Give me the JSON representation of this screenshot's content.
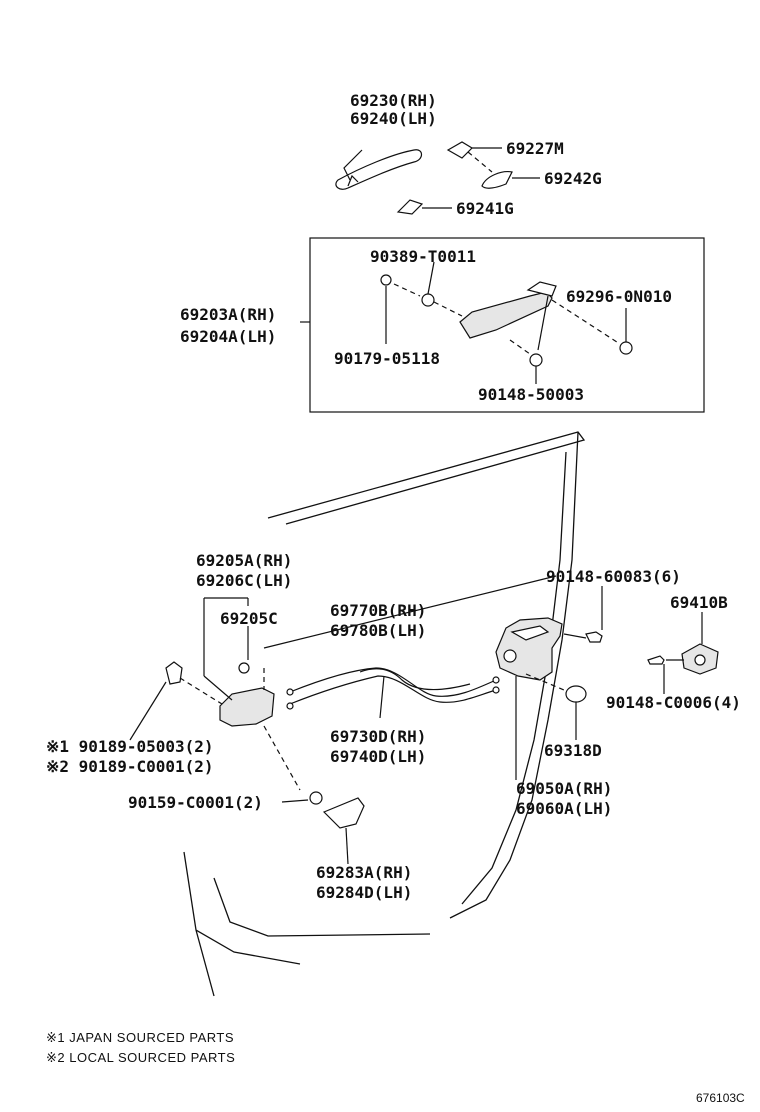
{
  "labels": {
    "handle_rh": "69230(RH)",
    "handle_lh": "69240(LH)",
    "cap": "69227M",
    "pad_a": "69242G",
    "pad_b": "69241G",
    "bracket_screw": "90389-T0011",
    "frame_rh": "69203A(RH)",
    "frame_lh": "69204A(LH)",
    "frame_bolt": "69296-0N010",
    "frame_nut": "90179-05118",
    "frame_screw": "90148-50003",
    "inside_rh": "69205A(RH)",
    "inside_lh": "69206C(LH)",
    "inside_sub": "69205C",
    "cable_a_rh": "69770B(RH)",
    "cable_a_lh": "69780B(LH)",
    "lock_screw": "90148-60083(6)",
    "striker": "69410B",
    "note1_part": "※1 90189-05003(2)",
    "note2_part": "※2 90189-C0001(2)",
    "cable_b_rh": "69730D(RH)",
    "cable_b_lh": "69740D(LH)",
    "grommet": "69318D",
    "striker_screw": "90148-C0006(4)",
    "lock_rh": "69050A(RH)",
    "lock_lh": "69060A(LH)",
    "inside_screw": "90159-C0001(2)",
    "bezel_rh": "69283A(RH)",
    "bezel_lh": "69284D(LH)"
  },
  "notes": {
    "note1": "※1 JAPAN SOURCED PARTS",
    "note2": "※2 LOCAL SOURCED PARTS"
  },
  "reference": "676103C"
}
